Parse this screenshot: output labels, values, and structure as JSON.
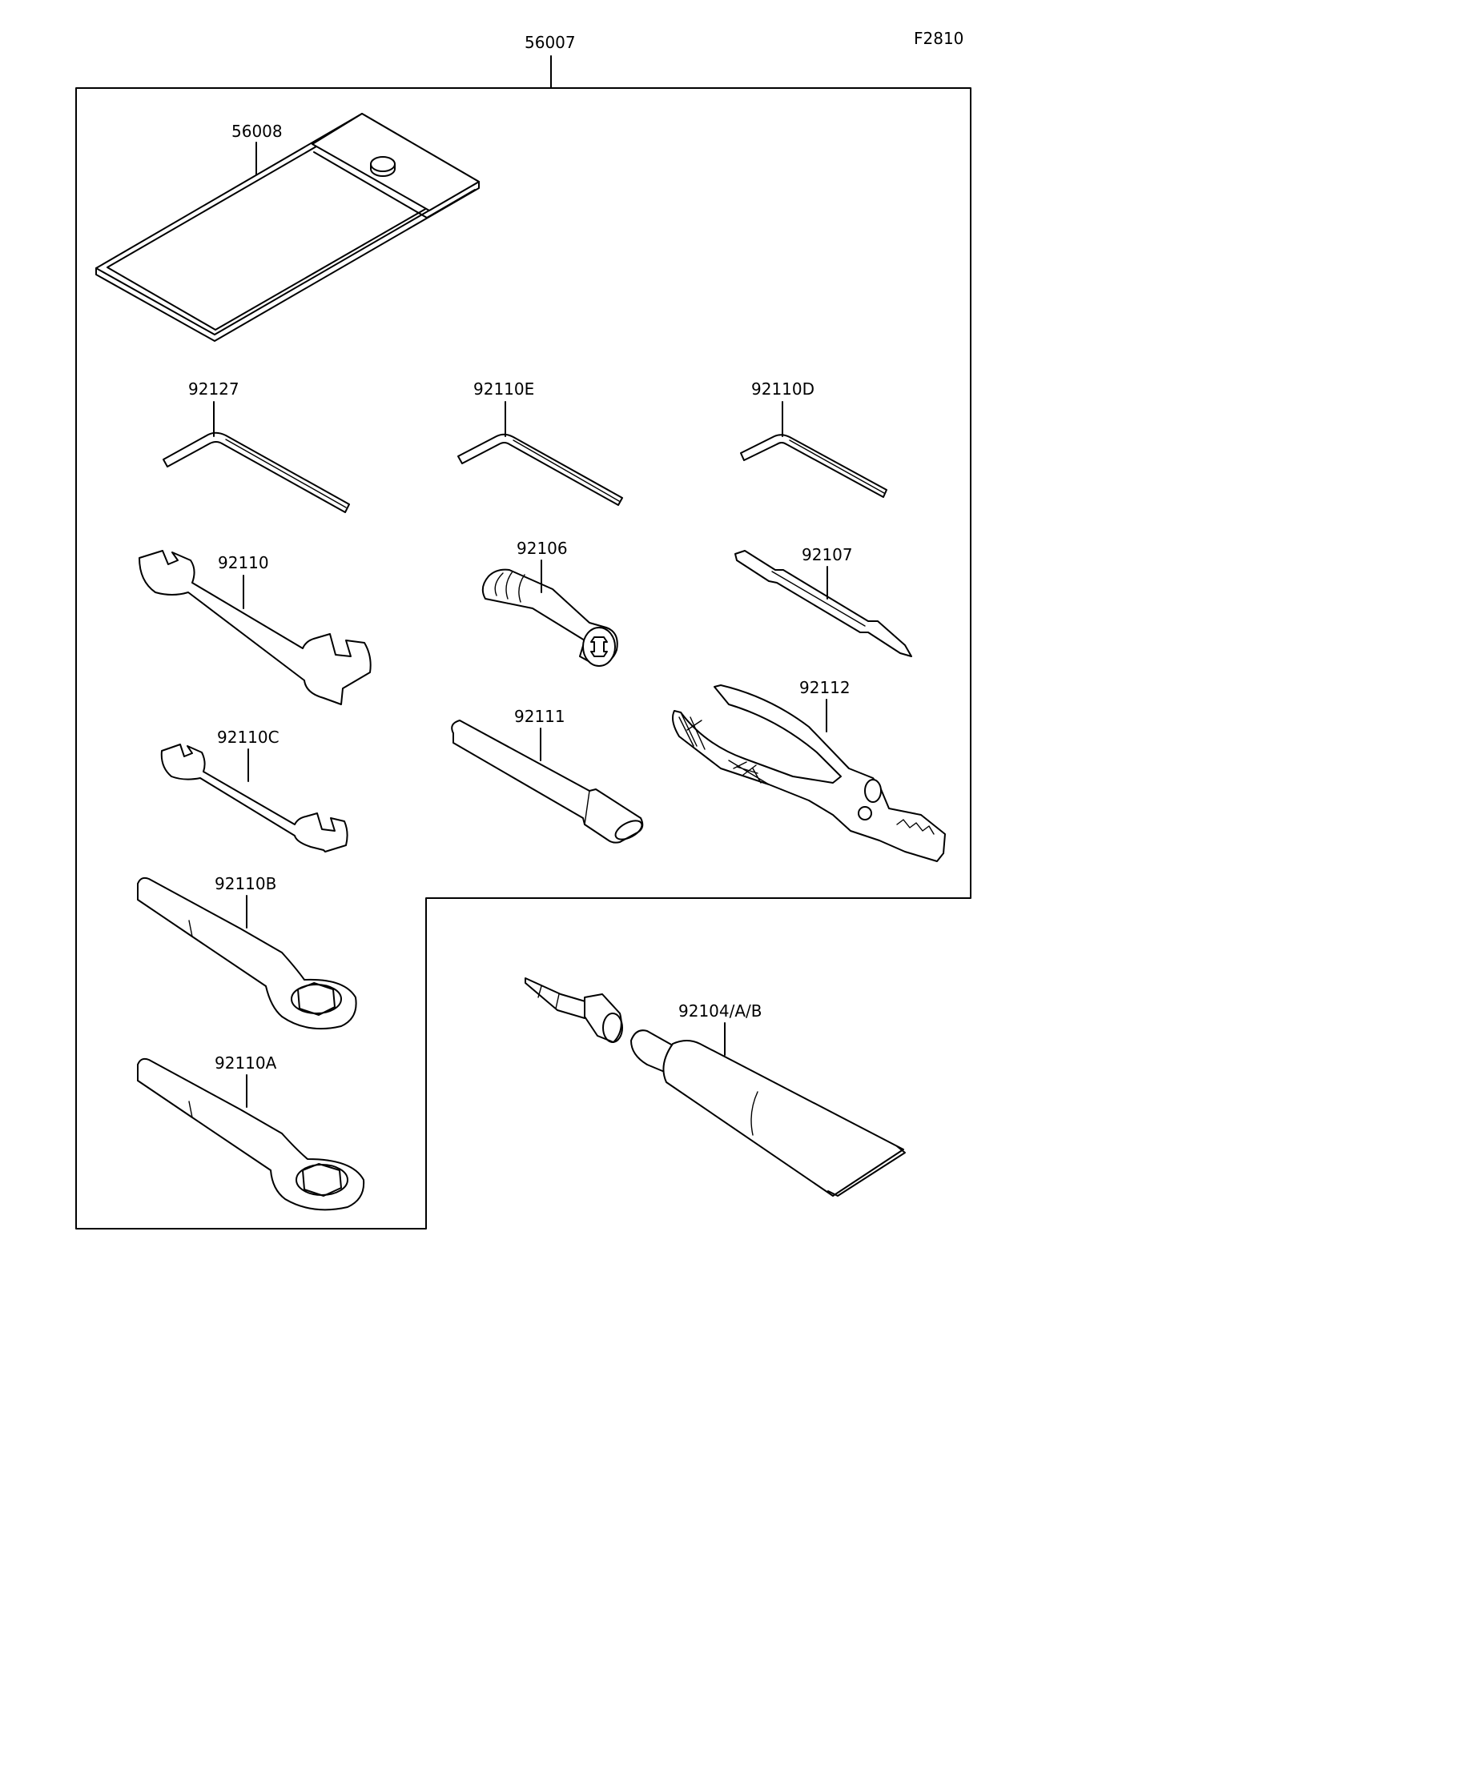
{
  "figure_code": "F2810",
  "assembly_label": "56007",
  "parts": [
    {
      "id": "56008",
      "label": "56008"
    },
    {
      "id": "92127",
      "label": "92127"
    },
    {
      "id": "92110E",
      "label": "92110E"
    },
    {
      "id": "92110D",
      "label": "92110D"
    },
    {
      "id": "92110",
      "label": "92110"
    },
    {
      "id": "92106",
      "label": "92106"
    },
    {
      "id": "92107",
      "label": "92107"
    },
    {
      "id": "92110C",
      "label": "92110C"
    },
    {
      "id": "92111",
      "label": "92111"
    },
    {
      "id": "92112",
      "label": "92112"
    },
    {
      "id": "92110B",
      "label": "92110B"
    },
    {
      "id": "92110A",
      "label": "92110A"
    },
    {
      "id": "92104",
      "label": "92104/A/B"
    }
  ]
}
